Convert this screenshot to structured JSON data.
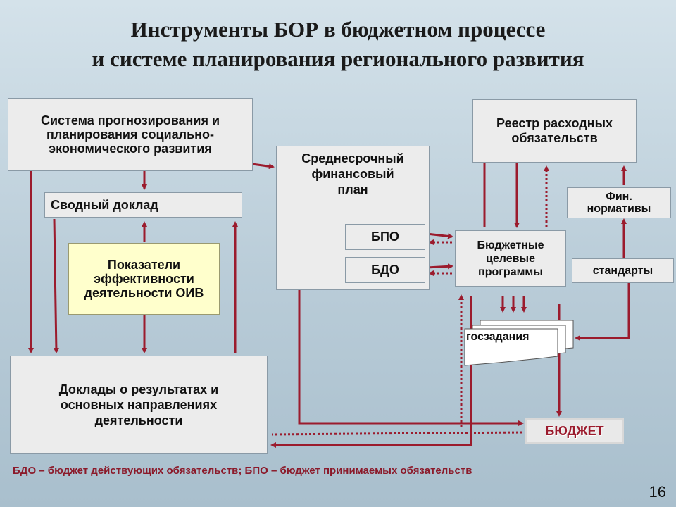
{
  "title": {
    "line1": "Инструменты БОР в бюджетном процессе",
    "line2": "и системе планирования регионального развития"
  },
  "boxes": {
    "forecast_system": "Система прогнозирования и планирования социально-экономического развития",
    "summary_report": "Сводный доклад",
    "performance_indicators": "Показатели эффективности деятельности ОИВ",
    "results_reports": "Доклады о результатах и основных направлениях деятельности",
    "medium_term_plan": "Среднесрочный финансовый план",
    "bpo": "БПО",
    "bdo": "БДО",
    "registry": "Реестр расходных обязательств",
    "fin_norms": "Фин. нормативы",
    "standards": "стандарты",
    "target_programs": "Бюджетные целевые программы",
    "state_tasks": "госзадания",
    "budget": "БЮДЖЕТ"
  },
  "footnote": "БДО – бюджет действующих обязательств; БПО – бюджет принимаемых обязательств",
  "page_number": "16",
  "colors": {
    "arrow": "#9b1b2d",
    "box_fill": "#ececec",
    "yellow_fill": "#ffffcc",
    "footnote": "#8b1a2a"
  }
}
